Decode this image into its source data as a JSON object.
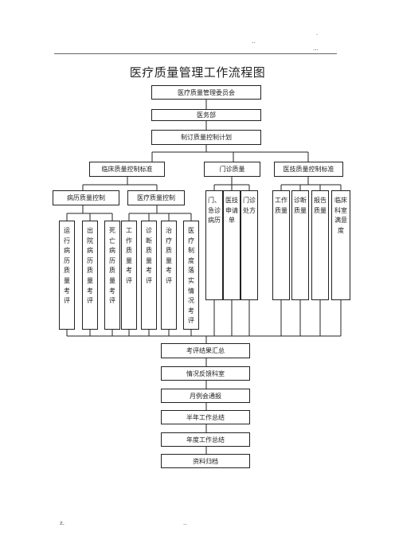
{
  "header": {
    "left_mark": "..",
    "right_mark_top": ".",
    "right_mark": "..."
  },
  "footer": {
    "left_mark": "z.",
    "center_mark": ".."
  },
  "title": "医疗质量管理工作流程图",
  "top_chain": [
    "医疗质量管理委员会",
    "医务部",
    "制订质量控制计划"
  ],
  "branches": {
    "clinical": "临床质量控制标准",
    "outpatient": "门诊质量",
    "medtech": "医技质量控制标准"
  },
  "sub_branches": {
    "records": "病历质量控制",
    "medical": "医疗质量控制"
  },
  "records_items": [
    "运行病历质量考评",
    "出院病历质量考评",
    "死亡病历质量考评"
  ],
  "medical_items": [
    "工作质量考评",
    "诊断质量考评",
    "治疗质量考评",
    "医疗制度落实情况考评"
  ],
  "outpatient_items": [
    "门、急诊病历",
    "医技申请单",
    "门诊处方"
  ],
  "medtech_items": [
    "工作质量",
    "诊断质量",
    "报告质量",
    "临床科室满意度"
  ],
  "bottom_chain": [
    "考评结果汇总",
    "情况反馈科室",
    "月例会通报",
    "半年工作总结",
    "年度工作总结",
    "资料归档"
  ]
}
